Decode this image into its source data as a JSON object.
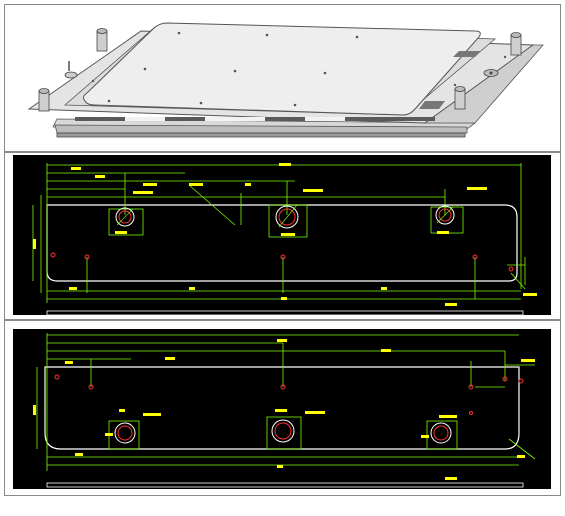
{
  "title": "",
  "panels": [
    {
      "id": "render",
      "kind": "3d-isometric-render"
    },
    {
      "id": "cad-1",
      "kind": "cad-drawing",
      "hole_groups": 3
    },
    {
      "id": "cad-2",
      "kind": "cad-drawing",
      "hole_groups": 3
    }
  ],
  "colors": {
    "cad_background": "#000000",
    "cad_lines": "#7cfc00",
    "cad_outline": "#ffffff",
    "cad_labels": "#ffff00",
    "cad_holes": "#ff3030",
    "render_plate": "#e9e9e9",
    "render_edges": "#555555"
  }
}
